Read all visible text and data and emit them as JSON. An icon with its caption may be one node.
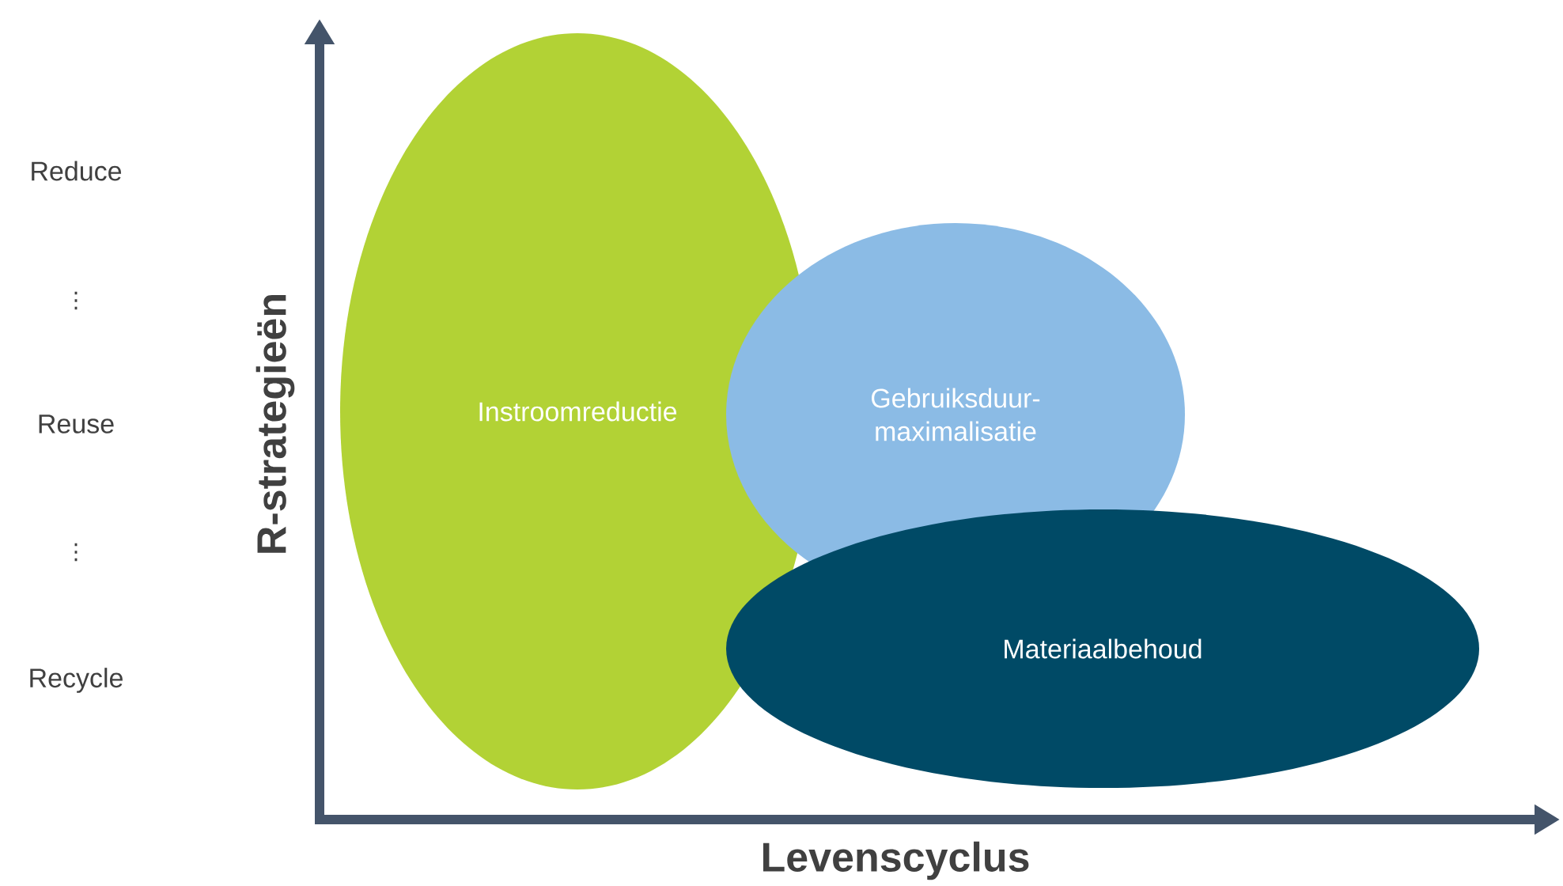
{
  "diagram": {
    "nodes": [
      {
        "text": [
          "Instroomreductie"
        ]
      },
      {
        "text": [
          "Gebruiksduur- maximalisatie"
        ]
      },
      {
        "text": [
          "Materiaalbehoud"
        ]
      }
    ],
    "edges": [],
    "labels": [
      "Reduce",
      "⋮",
      "Reuse",
      "⋮",
      "Recycle",
      "R-strategieën",
      "Levenscyclus"
    ]
  }
}
